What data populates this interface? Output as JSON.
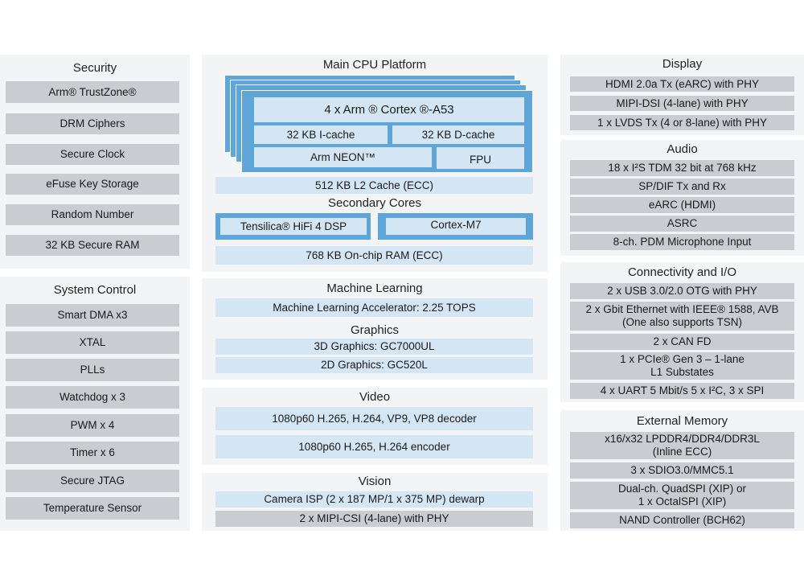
{
  "security": {
    "title": "Security",
    "items": [
      "Arm® TrustZone®",
      "DRM Ciphers",
      "Secure Clock",
      "eFuse Key Storage",
      "Random Number",
      "32 KB Secure RAM"
    ]
  },
  "system_control": {
    "title": "System Control",
    "items": [
      "Smart DMA x3",
      "XTAL",
      "PLLs",
      "Watchdog x 3",
      "PWM x 4",
      "Timer x 6",
      "Secure JTAG",
      "Temperature Sensor"
    ]
  },
  "main_cpu": {
    "title": "Main CPU Platform",
    "cores": "4 x Arm ® Cortex ®-A53",
    "icache": "32 KB I-cache",
    "dcache": "32 KB D-cache",
    "neon": "Arm NEON™",
    "fpu": "FPU",
    "l2": "512 KB L2 Cache (ECC)",
    "secondary_title": "Secondary Cores",
    "dsp": "Tensilica® HiFi 4 DSP",
    "m7": "Cortex-M7",
    "ram": "768 KB On-chip RAM (ECC)"
  },
  "machine_learning": {
    "title": "Machine Learning",
    "accel": "Machine Learning Accelerator: 2.25 TOPS",
    "graphics_title": "Graphics",
    "gfx3d": "3D Graphics: GC7000UL",
    "gfx2d": "2D Graphics: GC520L"
  },
  "video": {
    "title": "Video",
    "decoder": "1080p60 H.265, H.264, VP9, VP8 decoder",
    "encoder": "1080p60 H.265, H.264 encoder"
  },
  "vision": {
    "title": "Vision",
    "isp": "Camera ISP (2 x 187 MP/1 x 375 MP) dewarp",
    "csi": "2 x MIPI-CSI (4-lane) with PHY"
  },
  "display": {
    "title": "Display",
    "items": [
      "HDMI 2.0a Tx (eARC) with PHY",
      "MIPI-DSI (4-lane) with PHY",
      "1 x LVDS Tx (4 or 8-lane) with PHY"
    ]
  },
  "audio": {
    "title": "Audio",
    "items": [
      "18 x I²S TDM 32 bit at 768 kHz",
      "SP/DIF Tx and Rx",
      "eARC (HDMI)",
      "ASRC",
      "8-ch. PDM Microphone Input"
    ]
  },
  "connectivity": {
    "title": "Connectivity and I/O",
    "items": [
      "2 x USB 3.0/2.0 OTG with PHY",
      "2 x Gbit Ethernet with IEEE® 1588, AVB\n(One also supports TSN)",
      "2 x CAN FD",
      "1 x PCIe® Gen 3 – 1-lane\nL1 Substates",
      "4 x UART 5 Mbit/s 5 x I²C, 3 x SPI"
    ]
  },
  "external_memory": {
    "title": "External Memory",
    "items": [
      "x16/x32 LPDDR4/DDR4/DDR3L\n(Inline ECC)",
      "3 x SDIO3.0/MMC5.1",
      "Dual-ch. QuadSPI (XIP) or\n1 x OctalSPI (XIP)",
      "NAND Controller (BCH62)"
    ]
  }
}
